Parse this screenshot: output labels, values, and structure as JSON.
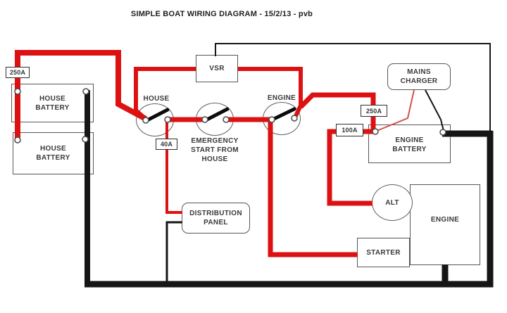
{
  "title": "SIMPLE BOAT WIRING DIAGRAM - 15/2/13 - pvb",
  "colors": {
    "positive_wire": "#dd1111",
    "negative_wire": "#161616",
    "charger_positive_wire": "#d4504f"
  },
  "components": {
    "house_battery_1": {
      "label": "HOUSE\nBATTERY"
    },
    "house_battery_2": {
      "label": "HOUSE\nBATTERY"
    },
    "vsr": {
      "label": "VSR"
    },
    "house_switch": {
      "label": "HOUSE"
    },
    "emergency_switch": {
      "label": "EMERGENCY\nSTART FROM\nHOUSE"
    },
    "engine_switch": {
      "label": "ENGINE"
    },
    "mains_charger": {
      "label": "MAINS\nCHARGER"
    },
    "engine_battery": {
      "label": "ENGINE\nBATTERY"
    },
    "distribution_panel": {
      "label": "DISTRIBUTION\nPANEL"
    },
    "alternator": {
      "label": "ALT"
    },
    "engine": {
      "label": "ENGINE"
    },
    "starter": {
      "label": "STARTER"
    }
  },
  "fuses": {
    "house_main_fuse": {
      "label": "250A"
    },
    "house_circuit_fuse": {
      "label": "40A"
    },
    "engine_main_fuse": {
      "label": "250A"
    },
    "alternator_fuse": {
      "label": "100A"
    }
  }
}
